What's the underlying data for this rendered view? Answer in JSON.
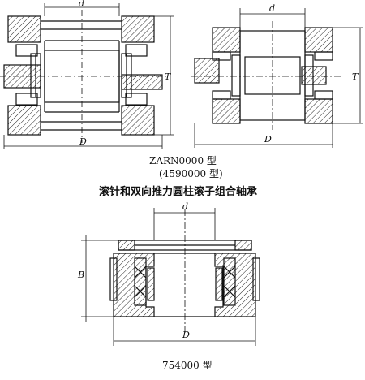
{
  "figure_top": {
    "left_dims": {
      "bore": "d",
      "outer": "D",
      "height": "T"
    },
    "right_dims": {
      "bore": "d",
      "outer": "D",
      "height": "T"
    },
    "type_label": "ZARN0000 型",
    "type_label_alt": "(4590000 型)",
    "title": "滚针和双向推力圆柱滚子组合轴承"
  },
  "figure_bottom": {
    "dims": {
      "bore": "d",
      "outer": "D",
      "width": "B"
    },
    "type_label": "754000 型"
  }
}
